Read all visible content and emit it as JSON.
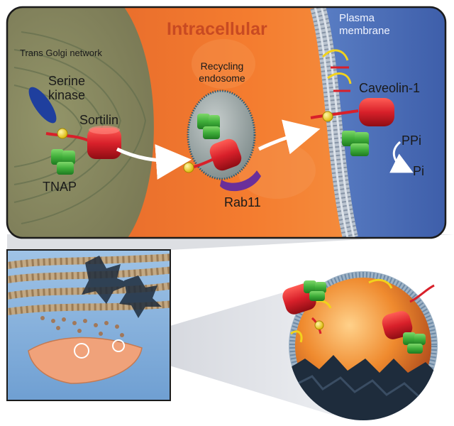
{
  "labels": {
    "intracellular": "Intracellular",
    "plasma_membrane_line1": "Plasma",
    "plasma_membrane_line2": "membrane",
    "trans_golgi": "Trans Golgi network",
    "recycling_line1": "Recycling",
    "recycling_line2": "endosome",
    "serine_line1": "Serine",
    "serine_line2": "kinase",
    "sortilin": "Sortilin",
    "caveolin": "Caveolin-1",
    "tnap": "TNAP",
    "rab11": "Rab11",
    "ppi": "PPi",
    "pi": "Pi"
  },
  "colors": {
    "cytoplasm_orange": "#f07a2e",
    "membrane_blue": "#5b7fc2",
    "sortilin_red": "#d8202a",
    "tnap_green": "#3fae3a",
    "serine_kinase_blue": "#1f3f9e",
    "rab11_purple": "#6a2f9a",
    "phosphate_yellow": "#f2d21c",
    "endosome_gray": "#9aa6a6",
    "mineral_dark": "#1e2c3c"
  }
}
